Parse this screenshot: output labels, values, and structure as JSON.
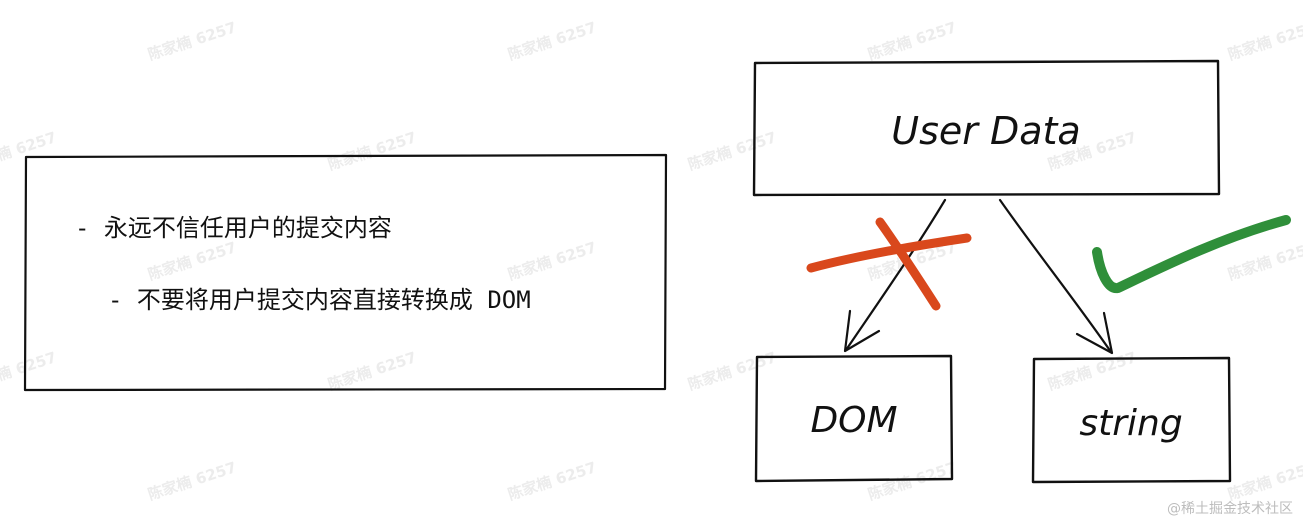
{
  "note_box": {
    "bullet_1": "-  永远不信任用户的提交内容",
    "bullet_2": "-  不要将用户提交内容直接转换成 DOM"
  },
  "diagram": {
    "source_label": "User Data",
    "target_left_label": "DOM",
    "target_right_label": "string",
    "rejected_color": "#d9481c",
    "approved_color": "#2f8f3a",
    "rejected_mark_icon": "cross-mark-icon",
    "approved_mark_icon": "check-mark-icon"
  },
  "watermark": {
    "repeat_text": "陈家楠 6257",
    "credit": "@稀土掘金技术社区"
  }
}
